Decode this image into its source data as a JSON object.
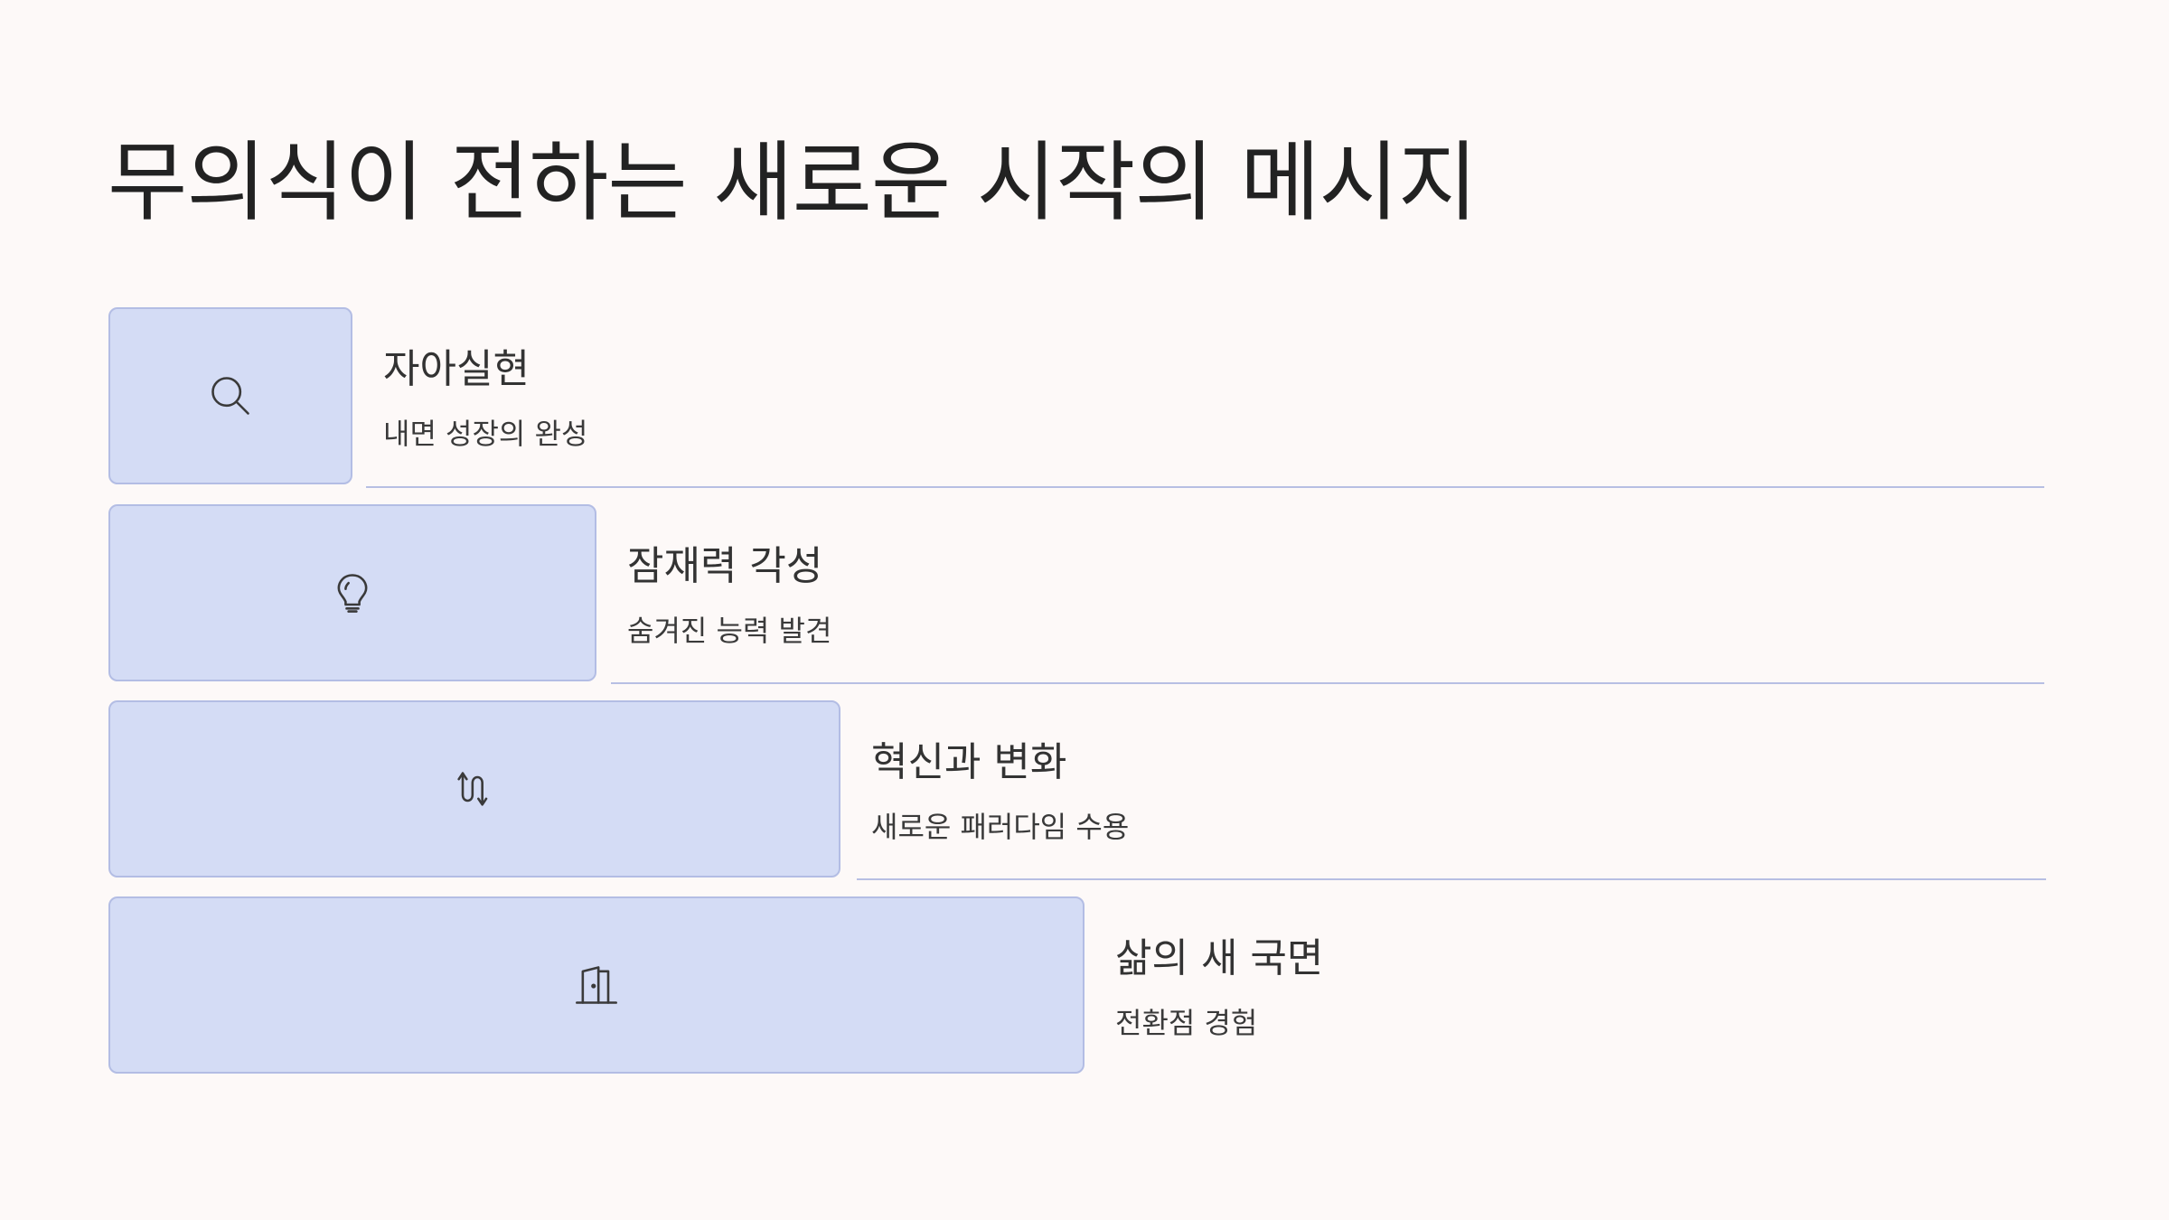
{
  "title": "무의식이 전하는 새로운 시작의 메시지",
  "items": [
    {
      "title": "자아실현",
      "description": "내면 성장의 완성",
      "icon": "search-icon"
    },
    {
      "title": "잠재력 각성",
      "description": "숨겨진 능력 발견",
      "icon": "lightbulb-icon"
    },
    {
      "title": "혁신과 변화",
      "description": "새로운 패러다임 수용",
      "icon": "swap-arrows-icon"
    },
    {
      "title": "삶의 새 국면",
      "description": "전환점 경험",
      "icon": "door-open-icon"
    }
  ],
  "colors": {
    "background": "#fdf9f8",
    "box_fill": "#d4dcf5",
    "box_border": "#b3bde4",
    "divider": "#b7bfe3",
    "text": "#2b2b2b"
  }
}
